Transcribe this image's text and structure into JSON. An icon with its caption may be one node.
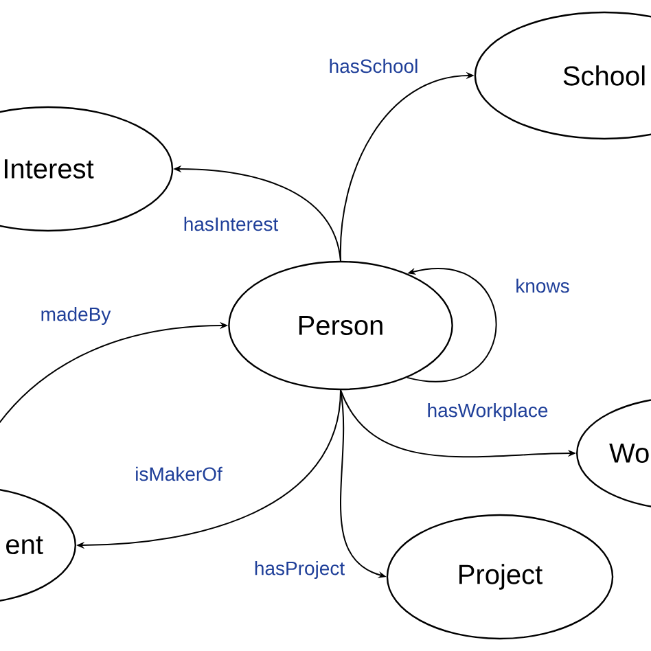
{
  "diagram": {
    "nodes": [
      {
        "text": [
          "Interest"
        ]
      },
      {
        "text": [
          "School"
        ]
      },
      {
        "text": [
          "Person"
        ]
      },
      {
        "text": [
          "Wo"
        ]
      },
      {
        "text": [
          "ent"
        ]
      },
      {
        "text": [
          "Project"
        ]
      }
    ],
    "edges": [
      {
        "from": 2,
        "to": 1,
        "arrow": "to",
        "label": "hasSchool"
      },
      {
        "from": 2,
        "to": 0,
        "arrow": "to",
        "label": "hasInterest"
      },
      {
        "from": 2,
        "to": 2,
        "arrow": "to",
        "label": "knows"
      },
      {
        "from": 4,
        "to": 2,
        "arrow": "to",
        "label": "madeBy"
      },
      {
        "from": 2,
        "to": 3,
        "arrow": "to",
        "label": "hasWorkplace"
      },
      {
        "from": 2,
        "to": 4,
        "arrow": "to",
        "label": "isMakerOf"
      },
      {
        "from": 2,
        "to": 5,
        "arrow": "to",
        "label": "hasProject"
      }
    ]
  }
}
